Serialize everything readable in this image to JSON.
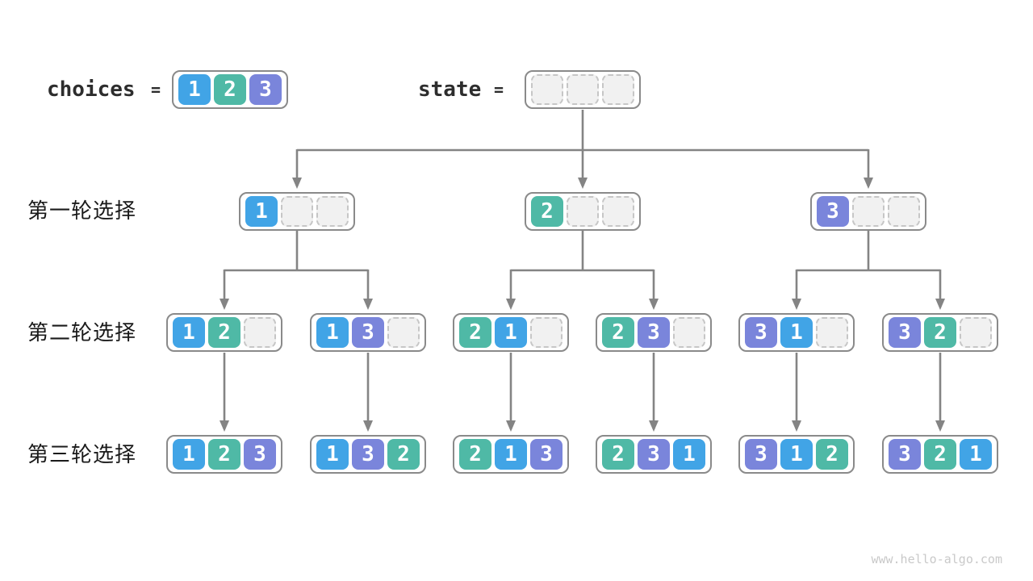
{
  "header": {
    "choices_label": "choices",
    "state_label": "state",
    "equals": "="
  },
  "choices": {
    "cells": [
      "1",
      "2",
      "3"
    ]
  },
  "state": {
    "cells": [
      "",
      "",
      ""
    ]
  },
  "rows": [
    {
      "label": "第一轮选择",
      "nodes": [
        {
          "cells": [
            "1",
            "",
            ""
          ]
        },
        {
          "cells": [
            "2",
            "",
            ""
          ]
        },
        {
          "cells": [
            "3",
            "",
            ""
          ]
        }
      ]
    },
    {
      "label": "第二轮选择",
      "nodes": [
        {
          "cells": [
            "1",
            "2",
            ""
          ]
        },
        {
          "cells": [
            "1",
            "3",
            ""
          ]
        },
        {
          "cells": [
            "2",
            "1",
            ""
          ]
        },
        {
          "cells": [
            "2",
            "3",
            ""
          ]
        },
        {
          "cells": [
            "3",
            "1",
            ""
          ]
        },
        {
          "cells": [
            "3",
            "2",
            ""
          ]
        }
      ]
    },
    {
      "label": "第三轮选择",
      "nodes": [
        {
          "cells": [
            "1",
            "2",
            "3"
          ]
        },
        {
          "cells": [
            "1",
            "3",
            "2"
          ]
        },
        {
          "cells": [
            "2",
            "1",
            "3"
          ]
        },
        {
          "cells": [
            "2",
            "3",
            "1"
          ]
        },
        {
          "cells": [
            "3",
            "1",
            "2"
          ]
        },
        {
          "cells": [
            "3",
            "2",
            "1"
          ]
        }
      ]
    }
  ],
  "colors": {
    "value1": "#41a4e6",
    "value2": "#4fb9a6",
    "value3": "#7a85db",
    "arrow": "#848484"
  },
  "watermark": "www.hello-algo.com"
}
